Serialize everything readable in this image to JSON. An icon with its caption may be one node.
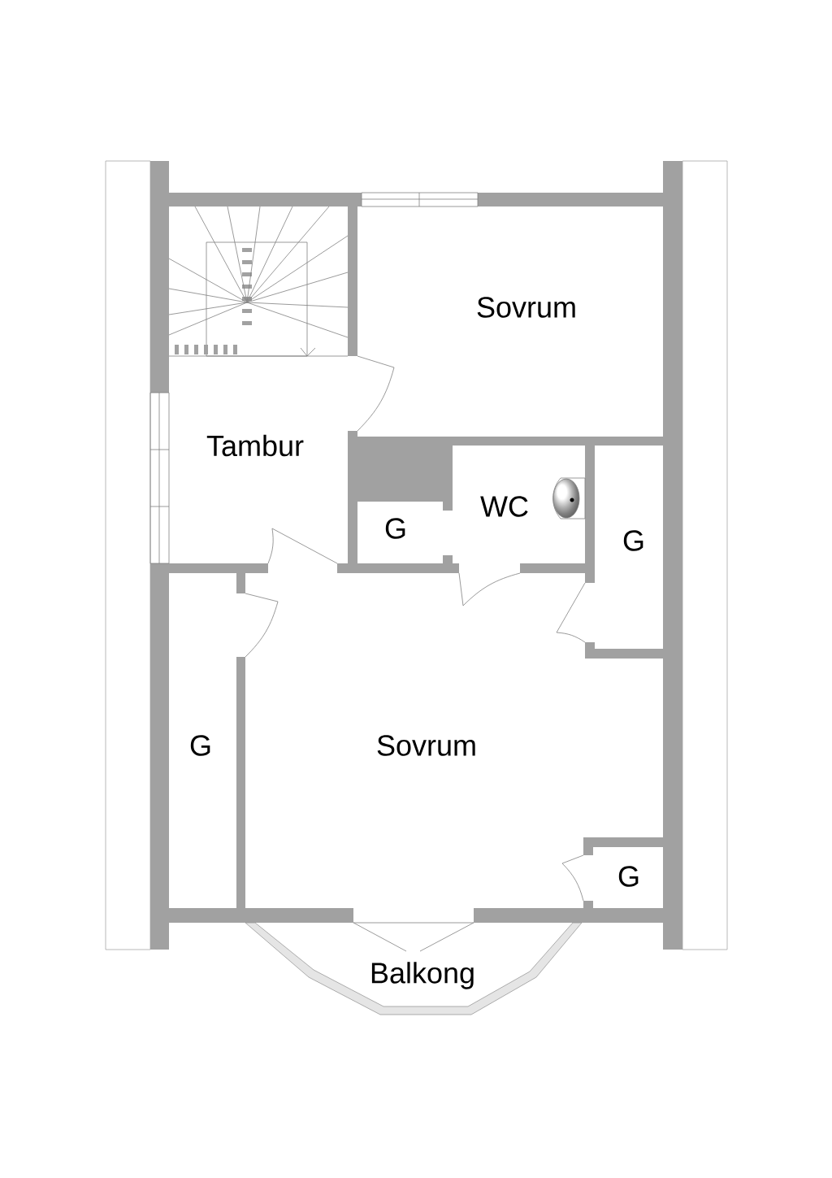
{
  "diagram": {
    "labels": [
      "Sovrum",
      "Tambur",
      "WC",
      "G",
      "G",
      "G",
      "Sovrum",
      "G",
      "Balkong"
    ]
  }
}
